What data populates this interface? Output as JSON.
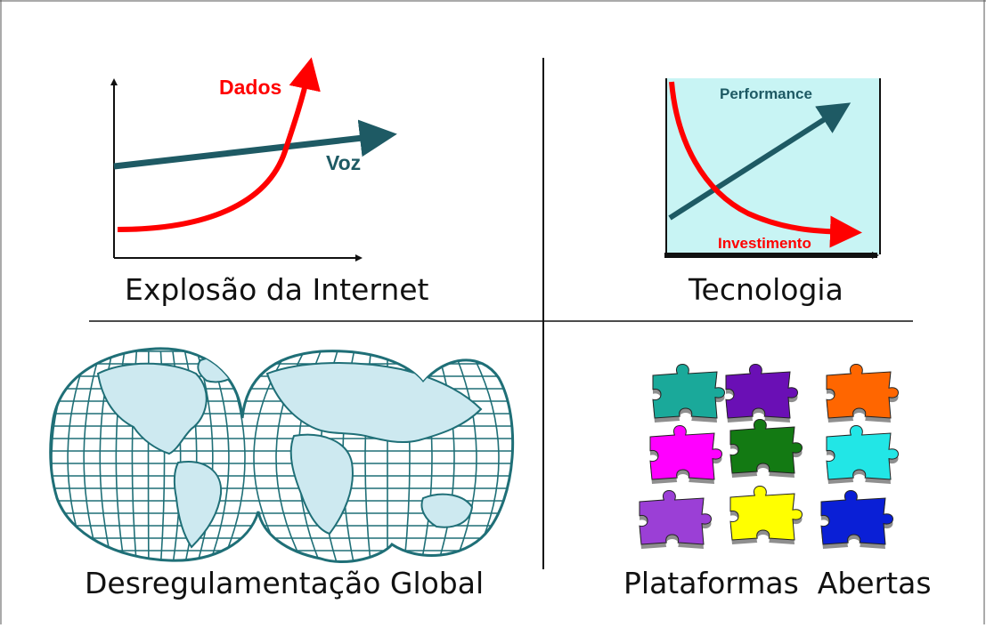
{
  "quadrants": {
    "internet": {
      "caption": "Explosão da Internet",
      "curve_labels": {
        "red": "Dados",
        "teal": "Voz"
      }
    },
    "technology": {
      "caption": "Tecnologia",
      "curve_labels": {
        "teal": "Performance",
        "red": "Investimento"
      }
    },
    "global": {
      "caption": "Desregulamentação Global"
    },
    "platforms": {
      "caption": "Plataformas  Abertas"
    }
  },
  "colors": {
    "red": "#ff0000",
    "teal": "#1e5a64",
    "panel": "#c8f4f4",
    "globe": "#1f6f77",
    "puzzle": [
      "#1aa99a",
      "#6a0fb5",
      "#ff6600",
      "#ff00ff",
      "#137a13",
      "#22e6e6",
      "#9b3fd6",
      "#ffff00",
      "#0a1fd6"
    ]
  }
}
